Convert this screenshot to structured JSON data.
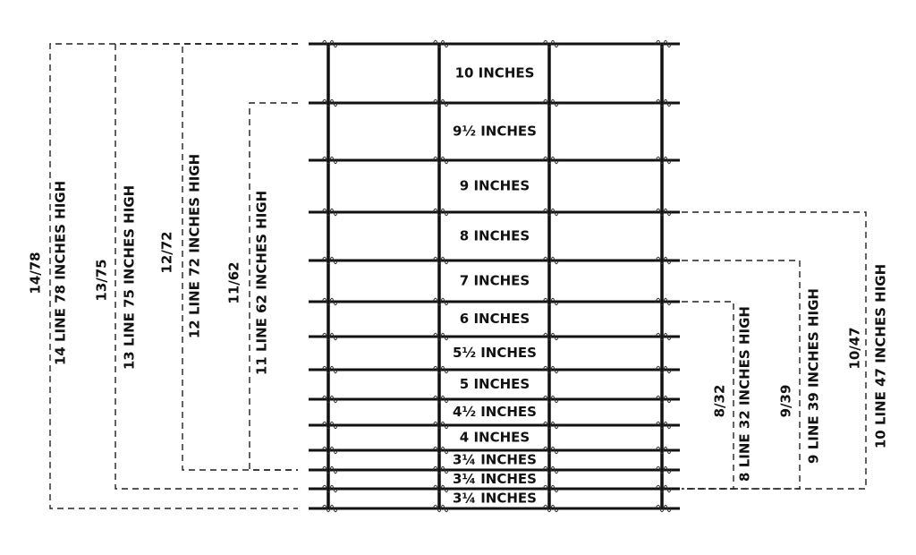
{
  "spacing_labels": [
    "10 INCHES",
    "9½ INCHES",
    "9 INCHES",
    "8 INCHES",
    "7 INCHES",
    "6 INCHES",
    "5½ INCHES",
    "5 INCHES",
    "4½ INCHES",
    "4 INCHES",
    "3¼ INCHES",
    "3¼ INCHES",
    "3¼ INCHES"
  ],
  "left_groups": [
    {
      "code": "14/78",
      "description": "14 LINE 78 INCHES HIGH"
    },
    {
      "code": "13/75",
      "description": "13 LINE 75 INCHES HIGH"
    },
    {
      "code": "12/72",
      "description": "12 LINE 72 INCHES HIGH"
    },
    {
      "code": "11/62",
      "description": "11 LINE 62 INCHES HIGH"
    }
  ],
  "right_groups": [
    {
      "code": "8/32",
      "description": "8 LINE 32 INCHES HIGH"
    },
    {
      "code": "9/39",
      "description": "9 LINE 39 INCHES HIGH"
    },
    {
      "code": "10/47",
      "description": "10 LINE 47 INCHES HIGH"
    }
  ]
}
